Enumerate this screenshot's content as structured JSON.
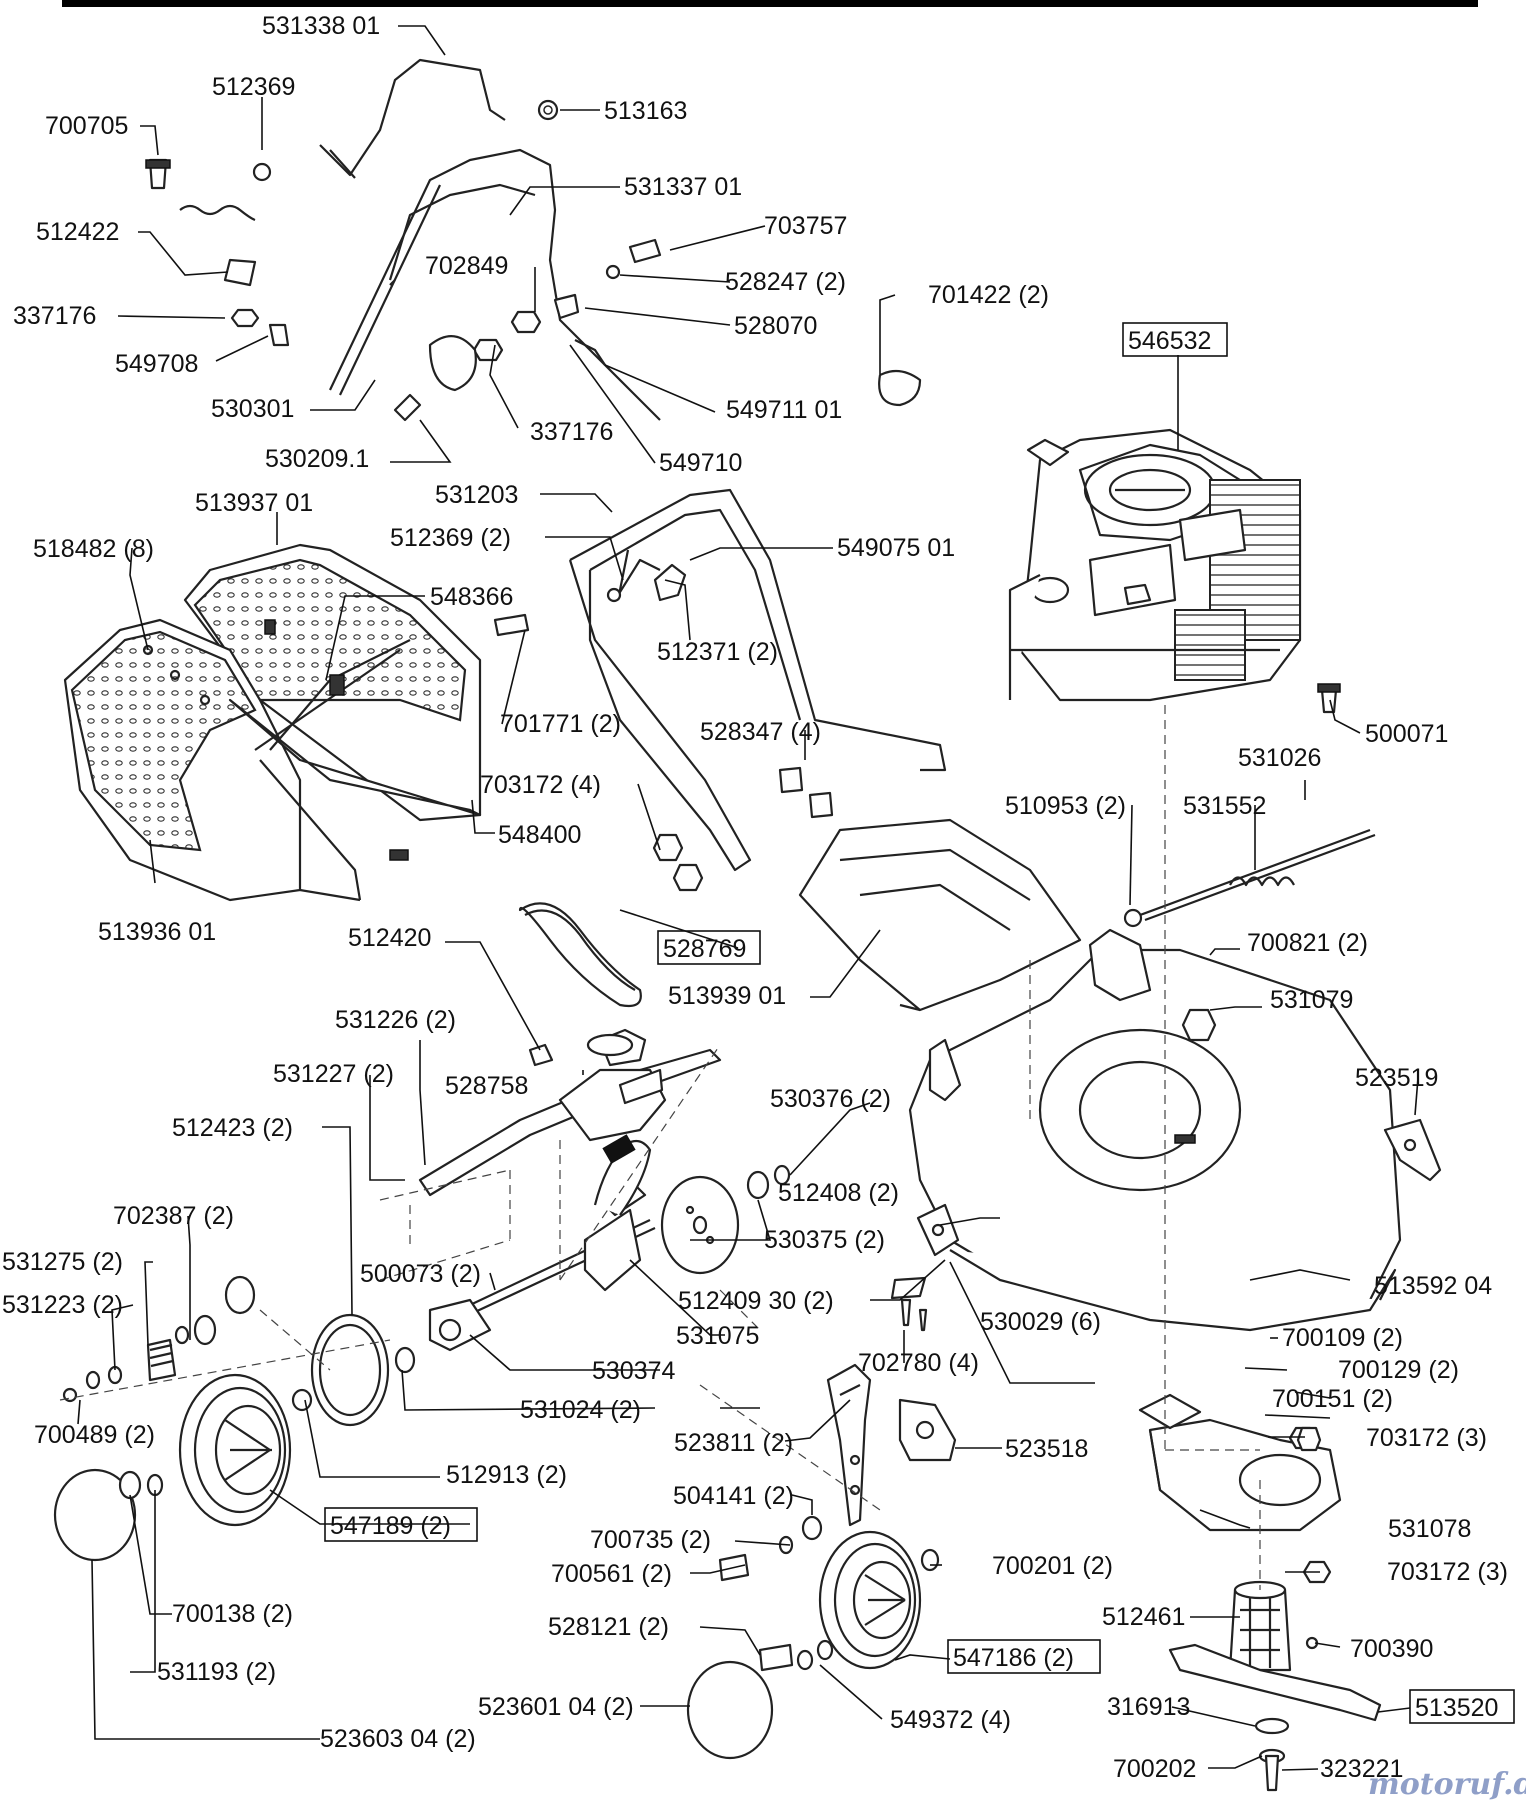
{
  "parts": {
    "p531338": "531338 01",
    "p512369a": "512369",
    "p700705": "700705",
    "p513163": "513163",
    "p531337": "531337 01",
    "p512422": "512422",
    "p703757": "703757",
    "p702849": "702849",
    "p528247": "528247 (2)",
    "p337176a": "337176",
    "p701422": "701422 (2)",
    "p528070": "528070",
    "p549708": "549708",
    "p546532": "546532",
    "p530301": "530301",
    "p549711": "549711 01",
    "p337176b": "337176",
    "p530209": "530209.1",
    "p549710": "549710",
    "p531203": "531203",
    "p513937": "513937 01",
    "p512369b": "512369 (2)",
    "p549075": "549075 01",
    "p518482": "518482 (8)",
    "p548366": "548366",
    "p512371": "512371 (2)",
    "p500071": "500071",
    "p701771": "701771 (2)",
    "p531026": "531026",
    "p528347": "528347 (4)",
    "p703172a": "703172 (4)",
    "p510953": "510953 (2)",
    "p531552": "531552",
    "p548400": "548400",
    "p513936": "513936 01",
    "p700821": "700821 (2)",
    "p512420": "512420",
    "p528769": "528769",
    "p513939": "513939 01",
    "p531079": "531079",
    "p531226": "531226 (2)",
    "p531227": "531227 (2)",
    "p528758": "528758",
    "p523519": "523519",
    "p512423": "512423 (2)",
    "p530376": "530376 (2)",
    "p702387": "702387 (2)",
    "p512408": "512408 (2)",
    "p531275": "531275 (2)",
    "p530375": "530375 (2)",
    "p500073": "500073 (2)",
    "p531223": "531223 (2)",
    "p512409": "512409 30 (2)",
    "p513592": "513592 04",
    "p531075": "531075",
    "p530029": "530029 (6)",
    "p700109": "700109 (2)",
    "p530374": "530374",
    "p702780": "702780 (4)",
    "p700129": "700129 (2)",
    "p700489": "700489 (2)",
    "p531024": "531024 (2)",
    "p700151": "700151 (2)",
    "p523811": "523811 (2)",
    "p523518": "523518",
    "p703172b": "703172 (3)",
    "p512913": "512913 (2)",
    "p504141": "504141 (2)",
    "p547189": "547189 (2)",
    "p531078": "531078",
    "p700735": "700735 (2)",
    "p700201": "700201 (2)",
    "p700561": "700561 (2)",
    "p703172c": "703172 (3)",
    "p700138": "700138 (2)",
    "p512461": "512461",
    "p528121": "528121 (2)",
    "p700390": "700390",
    "p547186": "547186 (2)",
    "p531193": "531193 (2)",
    "p523601": "523601 04 (2)",
    "p316913": "316913",
    "p513520": "513520",
    "p549372": "549372 (4)",
    "p523603": "523603 04 (2)",
    "p700202": "700202",
    "p323221": "323221"
  },
  "watermark": "motoruf.de"
}
